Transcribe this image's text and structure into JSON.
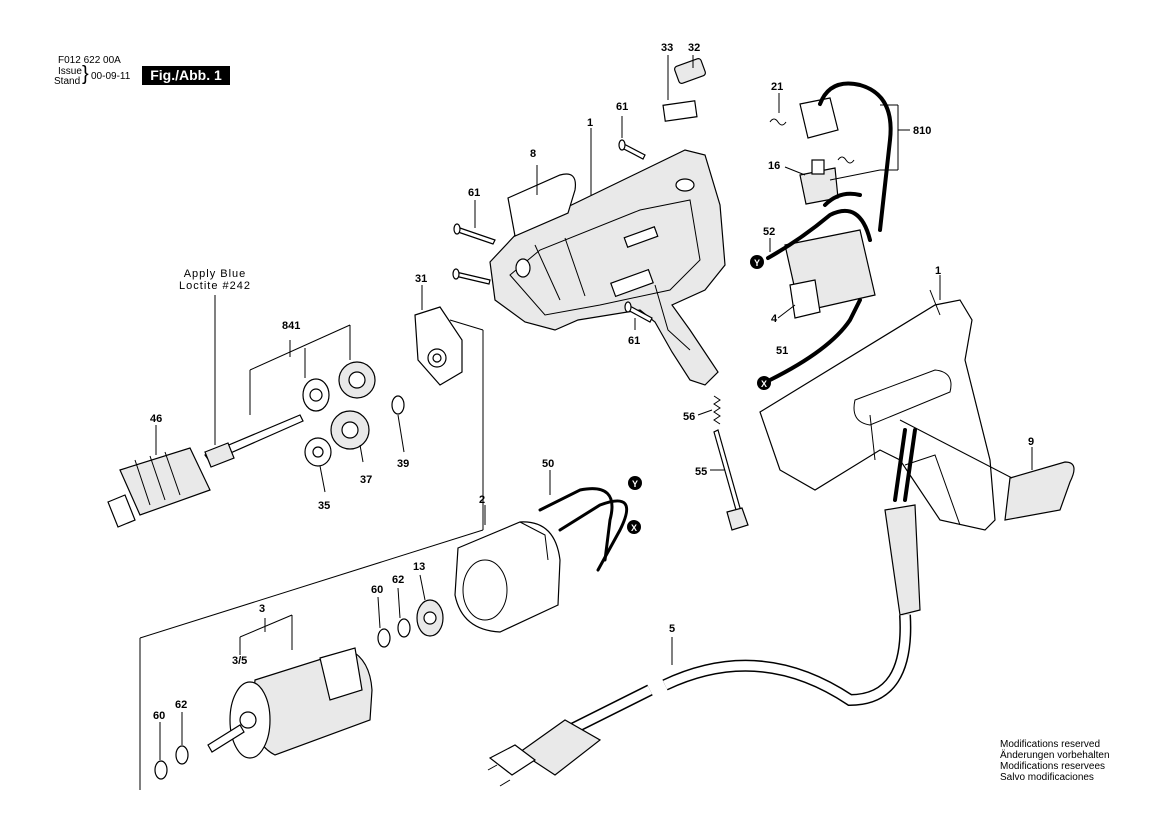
{
  "header": {
    "doc_number": "F012 622 00A",
    "issue_label": "Issue",
    "stand_label": "Stand",
    "date": "00-09-11",
    "figure_label": "Fig./Abb. 1"
  },
  "note": {
    "line1": "Apply Blue",
    "line2": "Loctite #242"
  },
  "modifications": [
    "Modifications reserved",
    "Änderungen vorbehalten",
    "Modifications reservees",
    "Salvo modificaciones"
  ],
  "part_labels": {
    "p33": "33",
    "p32": "32",
    "p61a": "61",
    "p1a": "1",
    "p8": "8",
    "p61b": "61",
    "p21": "21",
    "p810": "810",
    "p16": "16",
    "p52": "52",
    "p1b": "1",
    "p4": "4",
    "p51": "51",
    "p31": "31",
    "p61c": "61",
    "p841": "841",
    "p46": "46",
    "p39": "39",
    "p37": "37",
    "p35": "35",
    "p56": "56",
    "p55": "55",
    "p9": "9",
    "p50": "50",
    "p2": "2",
    "p13": "13",
    "p60a": "60",
    "p62a": "62",
    "p3": "3",
    "p35sub": "3/5",
    "p5": "5",
    "p60b": "60",
    "p62b": "62"
  },
  "wire_markers": {
    "y_label": "Y",
    "x_label": "X"
  }
}
